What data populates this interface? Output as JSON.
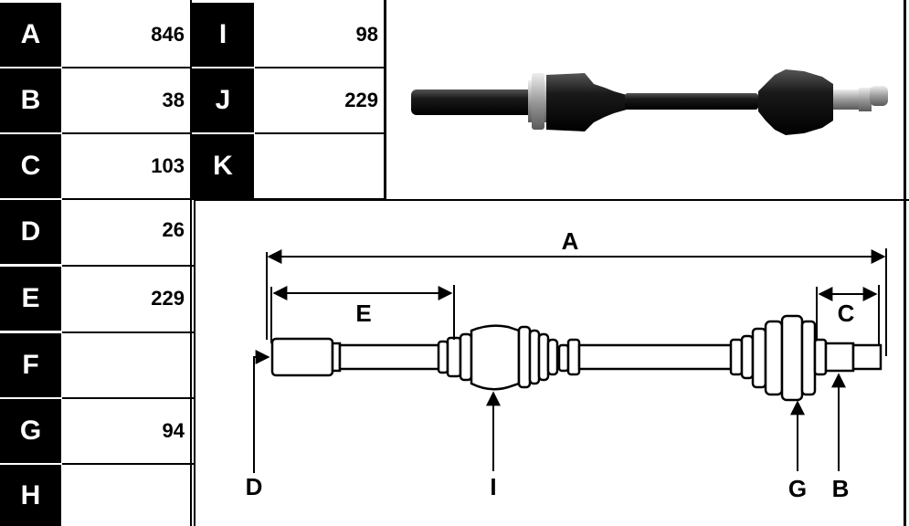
{
  "table": {
    "left_rows": [
      {
        "label": "A",
        "value": "846"
      },
      {
        "label": "B",
        "value": "38"
      },
      {
        "label": "C",
        "value": "103"
      },
      {
        "label": "D",
        "value": "26"
      },
      {
        "label": "E",
        "value": "229"
      },
      {
        "label": "F",
        "value": ""
      },
      {
        "label": "G",
        "value": "94"
      },
      {
        "label": "H",
        "value": ""
      }
    ],
    "right_rows": [
      {
        "label": "I",
        "value": "98"
      },
      {
        "label": "J",
        "value": "229"
      },
      {
        "label": "K",
        "value": ""
      }
    ]
  },
  "diagram": {
    "labels": {
      "A": "A",
      "E": "E",
      "C": "C",
      "D": "D",
      "I": "I",
      "G": "G",
      "B": "B"
    }
  },
  "colors": {
    "label_bg": "#000000",
    "label_text": "#ffffff",
    "shaft": "#1a1a1a"
  }
}
